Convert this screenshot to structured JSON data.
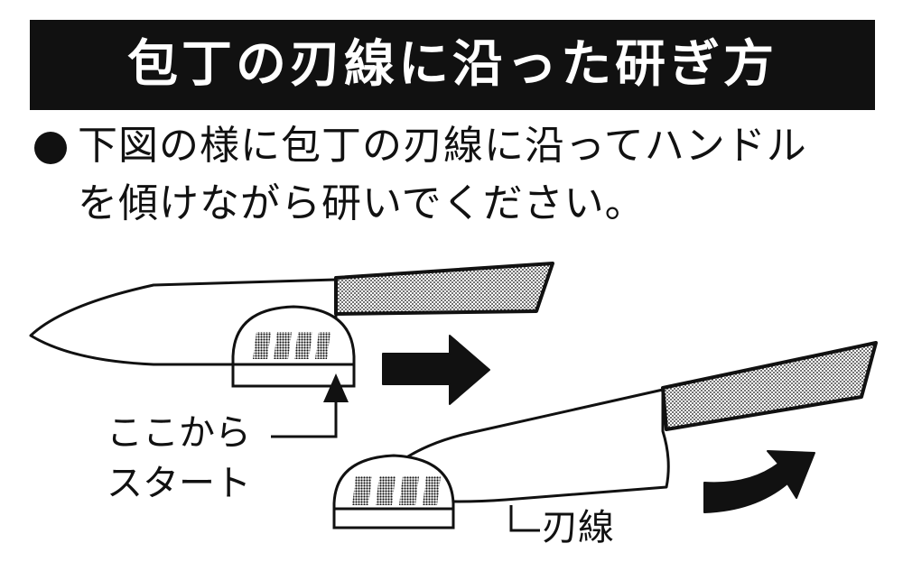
{
  "header": {
    "title": "包丁の刃線に沿った研ぎ方"
  },
  "instructions": {
    "bullet": "●",
    "line1": "下図の様に包丁の刃線に沿ってハンドル",
    "line2": "を傾けながら研いでください。"
  },
  "diagram": {
    "start_label_line1": "ここから",
    "start_label_line2": "スタート",
    "edge_label": "刃線",
    "icons": [
      "knife-horizontal",
      "knife-tilted",
      "sharpener",
      "arrow-right-icon",
      "curved-arrow-icon",
      "pointer-up-arrow-icon"
    ],
    "colors": {
      "ink": "#111111",
      "paper": "#ffffff",
      "header_bg": "#111111",
      "header_text": "#ffffff"
    }
  }
}
